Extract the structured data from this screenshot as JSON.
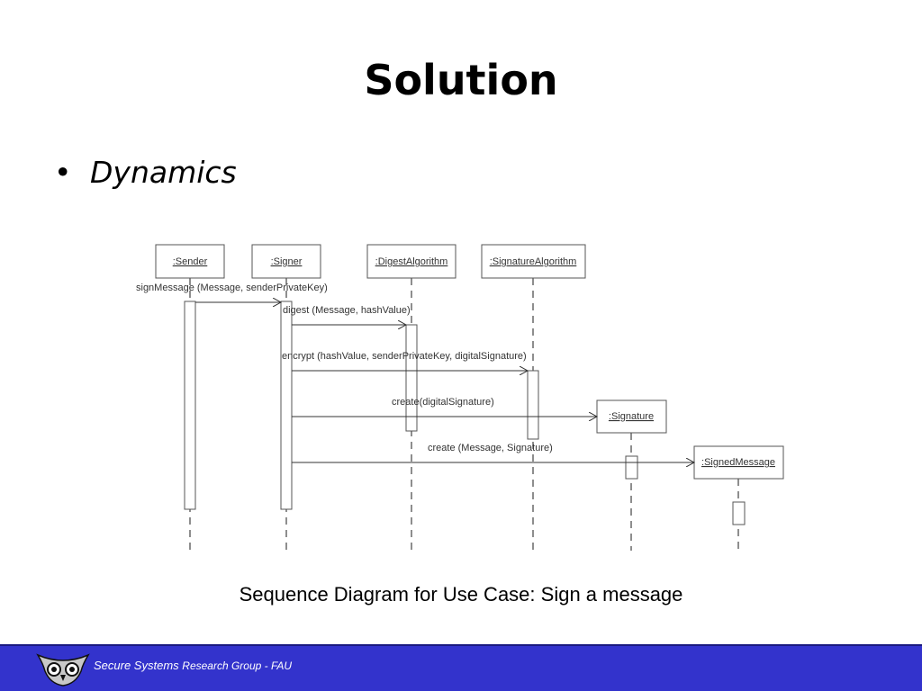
{
  "slide": {
    "title": "Solution",
    "bullet": "Dynamics",
    "caption": "Sequence Diagram for Use Case: Sign a message"
  },
  "footer": {
    "org_a": "Secure Systems",
    "org_b": "Research Group - FAU",
    "logo_icon": "owl-logo-icon",
    "background": "#3333cc"
  },
  "diagram": {
    "lifelines": {
      "sender": ":Sender",
      "signer": ":Signer",
      "digest": ":DigestAlgorithm",
      "sigalg": ":SignatureAlgorithm",
      "signature": ":Signature",
      "signedmsg": ":SignedMessage"
    },
    "messages": {
      "m1": "signMessage (Message, senderPrivateKey)",
      "m2": "digest (Message, hashValue)",
      "m3": "encrypt (hashValue, senderPrivateKey, digitalSignature)",
      "m4": "create(digitalSignature)",
      "m5": "create (Message, Signature)"
    }
  }
}
